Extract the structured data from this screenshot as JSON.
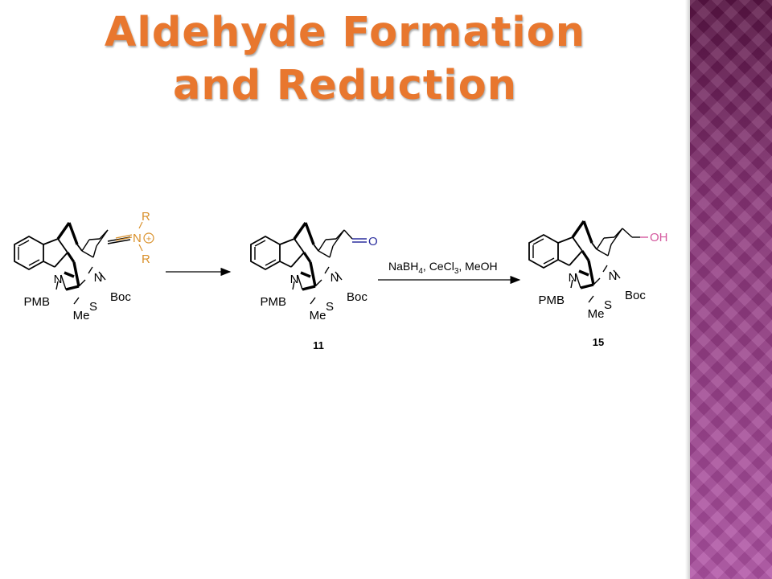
{
  "slide": {
    "title_line1": "Aldehyde Formation",
    "title_line2": "and Reduction",
    "accent_color": "#e8772e",
    "sidebar_color": "#9b3f8e"
  },
  "scheme": {
    "reagent_label": "NaBH",
    "reagent_sub": "4",
    "reagent_mid": ", CeCl",
    "reagent_sub2": "3",
    "reagent_end": ", MeOH",
    "compounds": [
      {
        "id": "iminium",
        "number": "",
        "group_color": "#d9902a",
        "labels": {
          "N1": "N",
          "PMB": "PMB",
          "S": "S",
          "Me": "Me",
          "N2": "N",
          "Boc": "Boc",
          "R_top": "R",
          "R_bottom": "R",
          "N_plus": "N",
          "plus": "+"
        }
      },
      {
        "id": "aldehyde",
        "number": "11",
        "group_color": "#2b2f9e",
        "labels": {
          "N1": "N",
          "PMB": "PMB",
          "S": "S",
          "Me": "Me",
          "N2": "N",
          "Boc": "Boc",
          "O": "O"
        }
      },
      {
        "id": "alcohol",
        "number": "15",
        "group_color": "#d4589e",
        "labels": {
          "N1": "N",
          "PMB": "PMB",
          "S": "S",
          "Me": "Me",
          "N2": "N",
          "Boc": "Boc",
          "OH": "OH"
        }
      }
    ]
  }
}
